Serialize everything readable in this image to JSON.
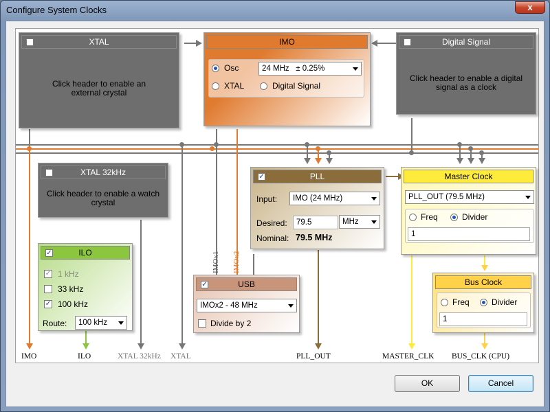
{
  "window": {
    "title": "Configure System Clocks",
    "close_glyph": "x"
  },
  "xtal": {
    "header": "XTAL",
    "message": "Click header to enable an external crystal"
  },
  "imo": {
    "header": "IMO",
    "options": [
      "Osc",
      "XTAL",
      "Digital Signal"
    ],
    "selected_option": "Osc",
    "frequency": "24 MHz   ± 0.25%"
  },
  "digital_signal": {
    "header": "Digital Signal",
    "message": "Click header to enable a digital signal as a clock"
  },
  "xtal32": {
    "header": "XTAL 32kHz",
    "message": "Click header to enable a watch crystal"
  },
  "pll": {
    "header": "PLL",
    "input_label": "Input:",
    "input_value": "IMO (24 MHz)",
    "desired_label": "Desired:",
    "desired_value": "79.5",
    "desired_unit": "MHz",
    "nominal_label": "Nominal:",
    "nominal_value": "79.5 MHz"
  },
  "master_clock": {
    "header": "Master Clock",
    "source": "PLL_OUT (79.5 MHz)",
    "freq_label": "Freq",
    "divider_label": "Divider",
    "selected": "Divider",
    "divider_value": "1"
  },
  "ilo": {
    "header": "ILO",
    "options": [
      {
        "label": "1 kHz",
        "checked": true,
        "disabled": true
      },
      {
        "label": "33 kHz",
        "checked": false,
        "disabled": false
      },
      {
        "label": "100 kHz",
        "checked": true,
        "disabled": false
      }
    ],
    "route_label": "Route:",
    "route_value": "100 kHz"
  },
  "usb": {
    "header": "USB",
    "source": "IMOx2 - 48 MHz",
    "divide_label": "Divide by 2",
    "divide_checked": false
  },
  "bus_clock": {
    "header": "Bus Clock",
    "freq_label": "Freq",
    "divider_label": "Divider",
    "selected": "Divider",
    "divider_value": "1"
  },
  "line_labels": {
    "imox1": "IMOx1",
    "imox2": "IMOx2"
  },
  "outputs": [
    "IMO",
    "ILO",
    "XTAL 32kHz",
    "XTAL",
    "PLL_OUT",
    "MASTER_CLK",
    "BUS_CLK (CPU)"
  ],
  "buttons": {
    "ok": "OK",
    "cancel": "Cancel"
  },
  "colors": {
    "imo": "#e07a2e",
    "pll": "#8a6d3b",
    "master": "#ffeb3b",
    "ilo": "#8cc63f",
    "usb": "#c8957a",
    "bus": "#ffd24a",
    "disabled": "#6e6e6e"
  },
  "icons": {
    "checkbox_checked": "check-glyph",
    "dropdown": "triangle-down"
  }
}
